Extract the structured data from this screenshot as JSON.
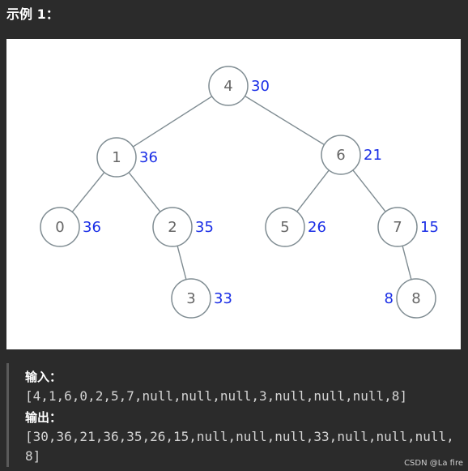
{
  "heading": "示例 1：",
  "tree": {
    "nodes": [
      {
        "id": "n4",
        "value": "4",
        "sum": "30"
      },
      {
        "id": "n1",
        "value": "1",
        "sum": "36"
      },
      {
        "id": "n6",
        "value": "6",
        "sum": "21"
      },
      {
        "id": "n0",
        "value": "0",
        "sum": "36"
      },
      {
        "id": "n2",
        "value": "2",
        "sum": "35"
      },
      {
        "id": "n5",
        "value": "5",
        "sum": "26"
      },
      {
        "id": "n7",
        "value": "7",
        "sum": "15"
      },
      {
        "id": "n3",
        "value": "3",
        "sum": "33"
      },
      {
        "id": "n8",
        "value": "8",
        "sum": "8"
      }
    ],
    "edges": [
      [
        "n4",
        "n1"
      ],
      [
        "n4",
        "n6"
      ],
      [
        "n1",
        "n0"
      ],
      [
        "n1",
        "n2"
      ],
      [
        "n6",
        "n5"
      ],
      [
        "n6",
        "n7"
      ],
      [
        "n2",
        "n3"
      ],
      [
        "n7",
        "n8"
      ]
    ],
    "colors": {
      "node_stroke": "#7f8c92",
      "sum_text": "#1a2ee6",
      "node_text": "#666666"
    }
  },
  "example": {
    "input_label": "输入：",
    "input_value": "[4,1,6,0,2,5,7,null,null,null,3,null,null,null,8]",
    "output_label": "输出：",
    "output_value": "[30,36,21,36,35,26,15,null,null,null,33,null,null,null,8]"
  },
  "watermark": "CSDN @La fire"
}
